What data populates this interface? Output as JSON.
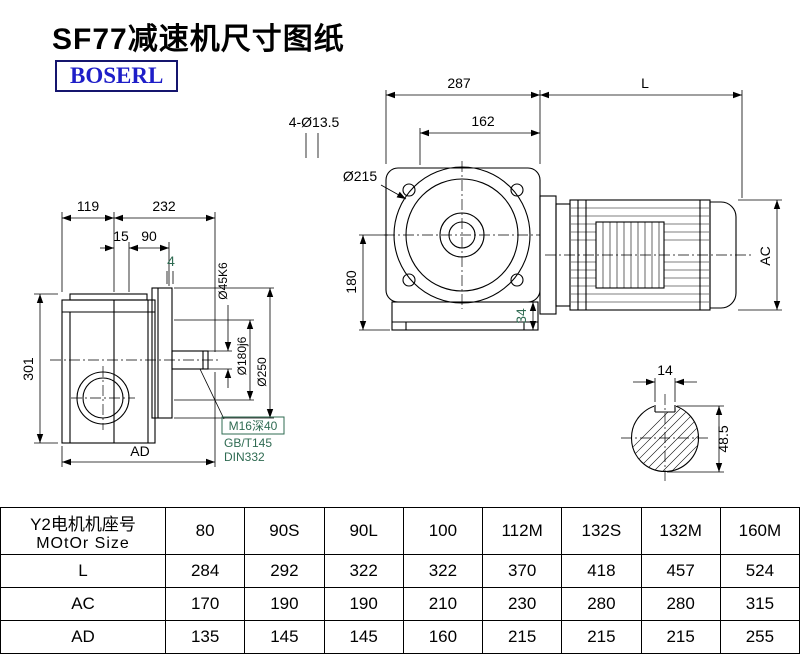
{
  "page": {
    "title": "SF77减速机尺寸图纸",
    "logo_text": "BOSERL"
  },
  "colors": {
    "logo_text": "#1e1ec8",
    "logo_border": "#15156e",
    "annotation_green": "#2f6b52",
    "drawing_line": "#000000"
  },
  "dims": {
    "overall_width": "287",
    "motor_length": "L",
    "mount_holes": "4-Ø13.5",
    "flange_width": "162",
    "flange_dia": "Ø215",
    "center_height": "180",
    "foot_height": "34",
    "motor_dia": "AC",
    "side_119": "119",
    "side_232": "232",
    "side_15": "15",
    "side_90": "90",
    "side_4": "4",
    "side_height": "301",
    "side_ad": "AD",
    "shaft_dia": "Ø45K6",
    "spigot_dia": "Ø180j6",
    "flange_od": "Ø250",
    "tap_note": "M16深40",
    "std_note1": "GB/T145",
    "std_note2": "DIN332",
    "key_width": "14",
    "key_height": "48.5"
  },
  "table": {
    "header_line1": "Y2电机机座号",
    "header_line2": "MOtOr Size",
    "columns": [
      "80",
      "90S",
      "90L",
      "100",
      "112M",
      "132S",
      "132M",
      "160M"
    ],
    "rows": [
      {
        "label": "L",
        "values": [
          "284",
          "292",
          "322",
          "322",
          "370",
          "418",
          "457",
          "524"
        ]
      },
      {
        "label": "AC",
        "values": [
          "170",
          "190",
          "190",
          "210",
          "230",
          "280",
          "280",
          "315"
        ]
      },
      {
        "label": "AD",
        "values": [
          "135",
          "145",
          "145",
          "160",
          "215",
          "215",
          "215",
          "255"
        ]
      }
    ]
  }
}
